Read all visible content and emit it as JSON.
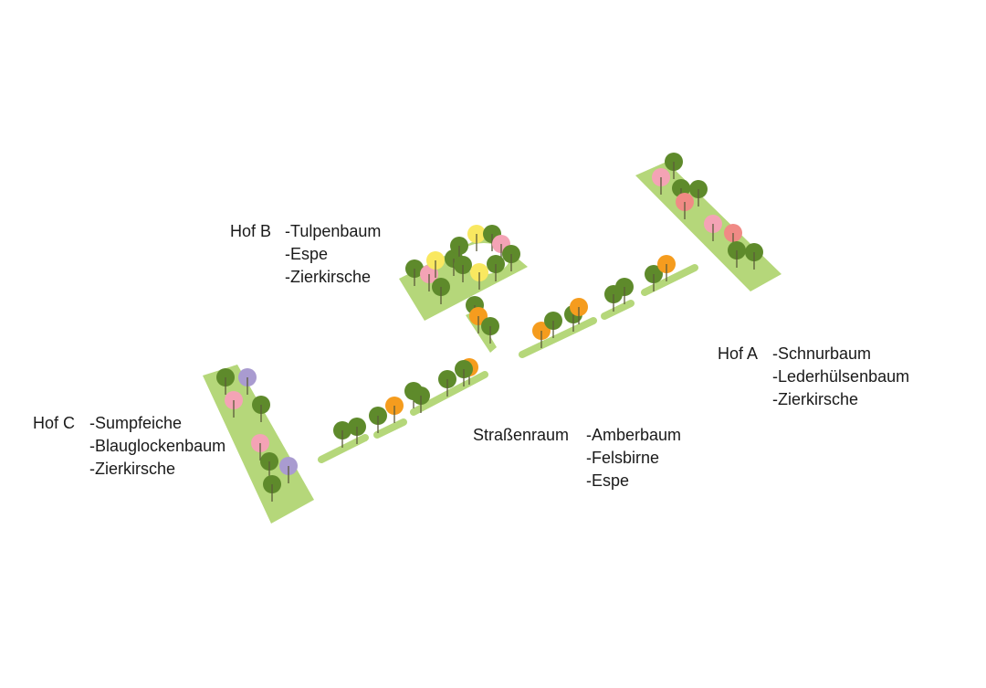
{
  "colors": {
    "planting_bed": "#b5d77a",
    "tree_dark_green": "#5e8a2b",
    "tree_pink": "#f4a3b5",
    "tree_salmon": "#f08a85",
    "tree_yellow": "#f9e860",
    "tree_orange": "#f59c1e",
    "tree_lavender": "#a99bd0",
    "trunk": "#5b5b3a",
    "text": "#1a1a1a"
  },
  "zones": [
    {
      "id": "hof-b",
      "name": "Hof B",
      "species": [
        "-Tulpenbaum",
        "-Espe",
        "-Zierkirsche"
      ]
    },
    {
      "id": "hof-a",
      "name": "Hof A",
      "species": [
        "-Schnurbaum",
        "-Lederhülsenbaum",
        "-Zierkirsche"
      ]
    },
    {
      "id": "hof-c",
      "name": "Hof C",
      "species": [
        "-Sumpfeiche",
        "-Blauglockenbaum",
        "-Zierkirsche"
      ]
    },
    {
      "id": "strassenraum",
      "name": "Straßenraum",
      "species": [
        "-Amberbaum",
        "-Felsbirne",
        "-Espe"
      ]
    }
  ]
}
